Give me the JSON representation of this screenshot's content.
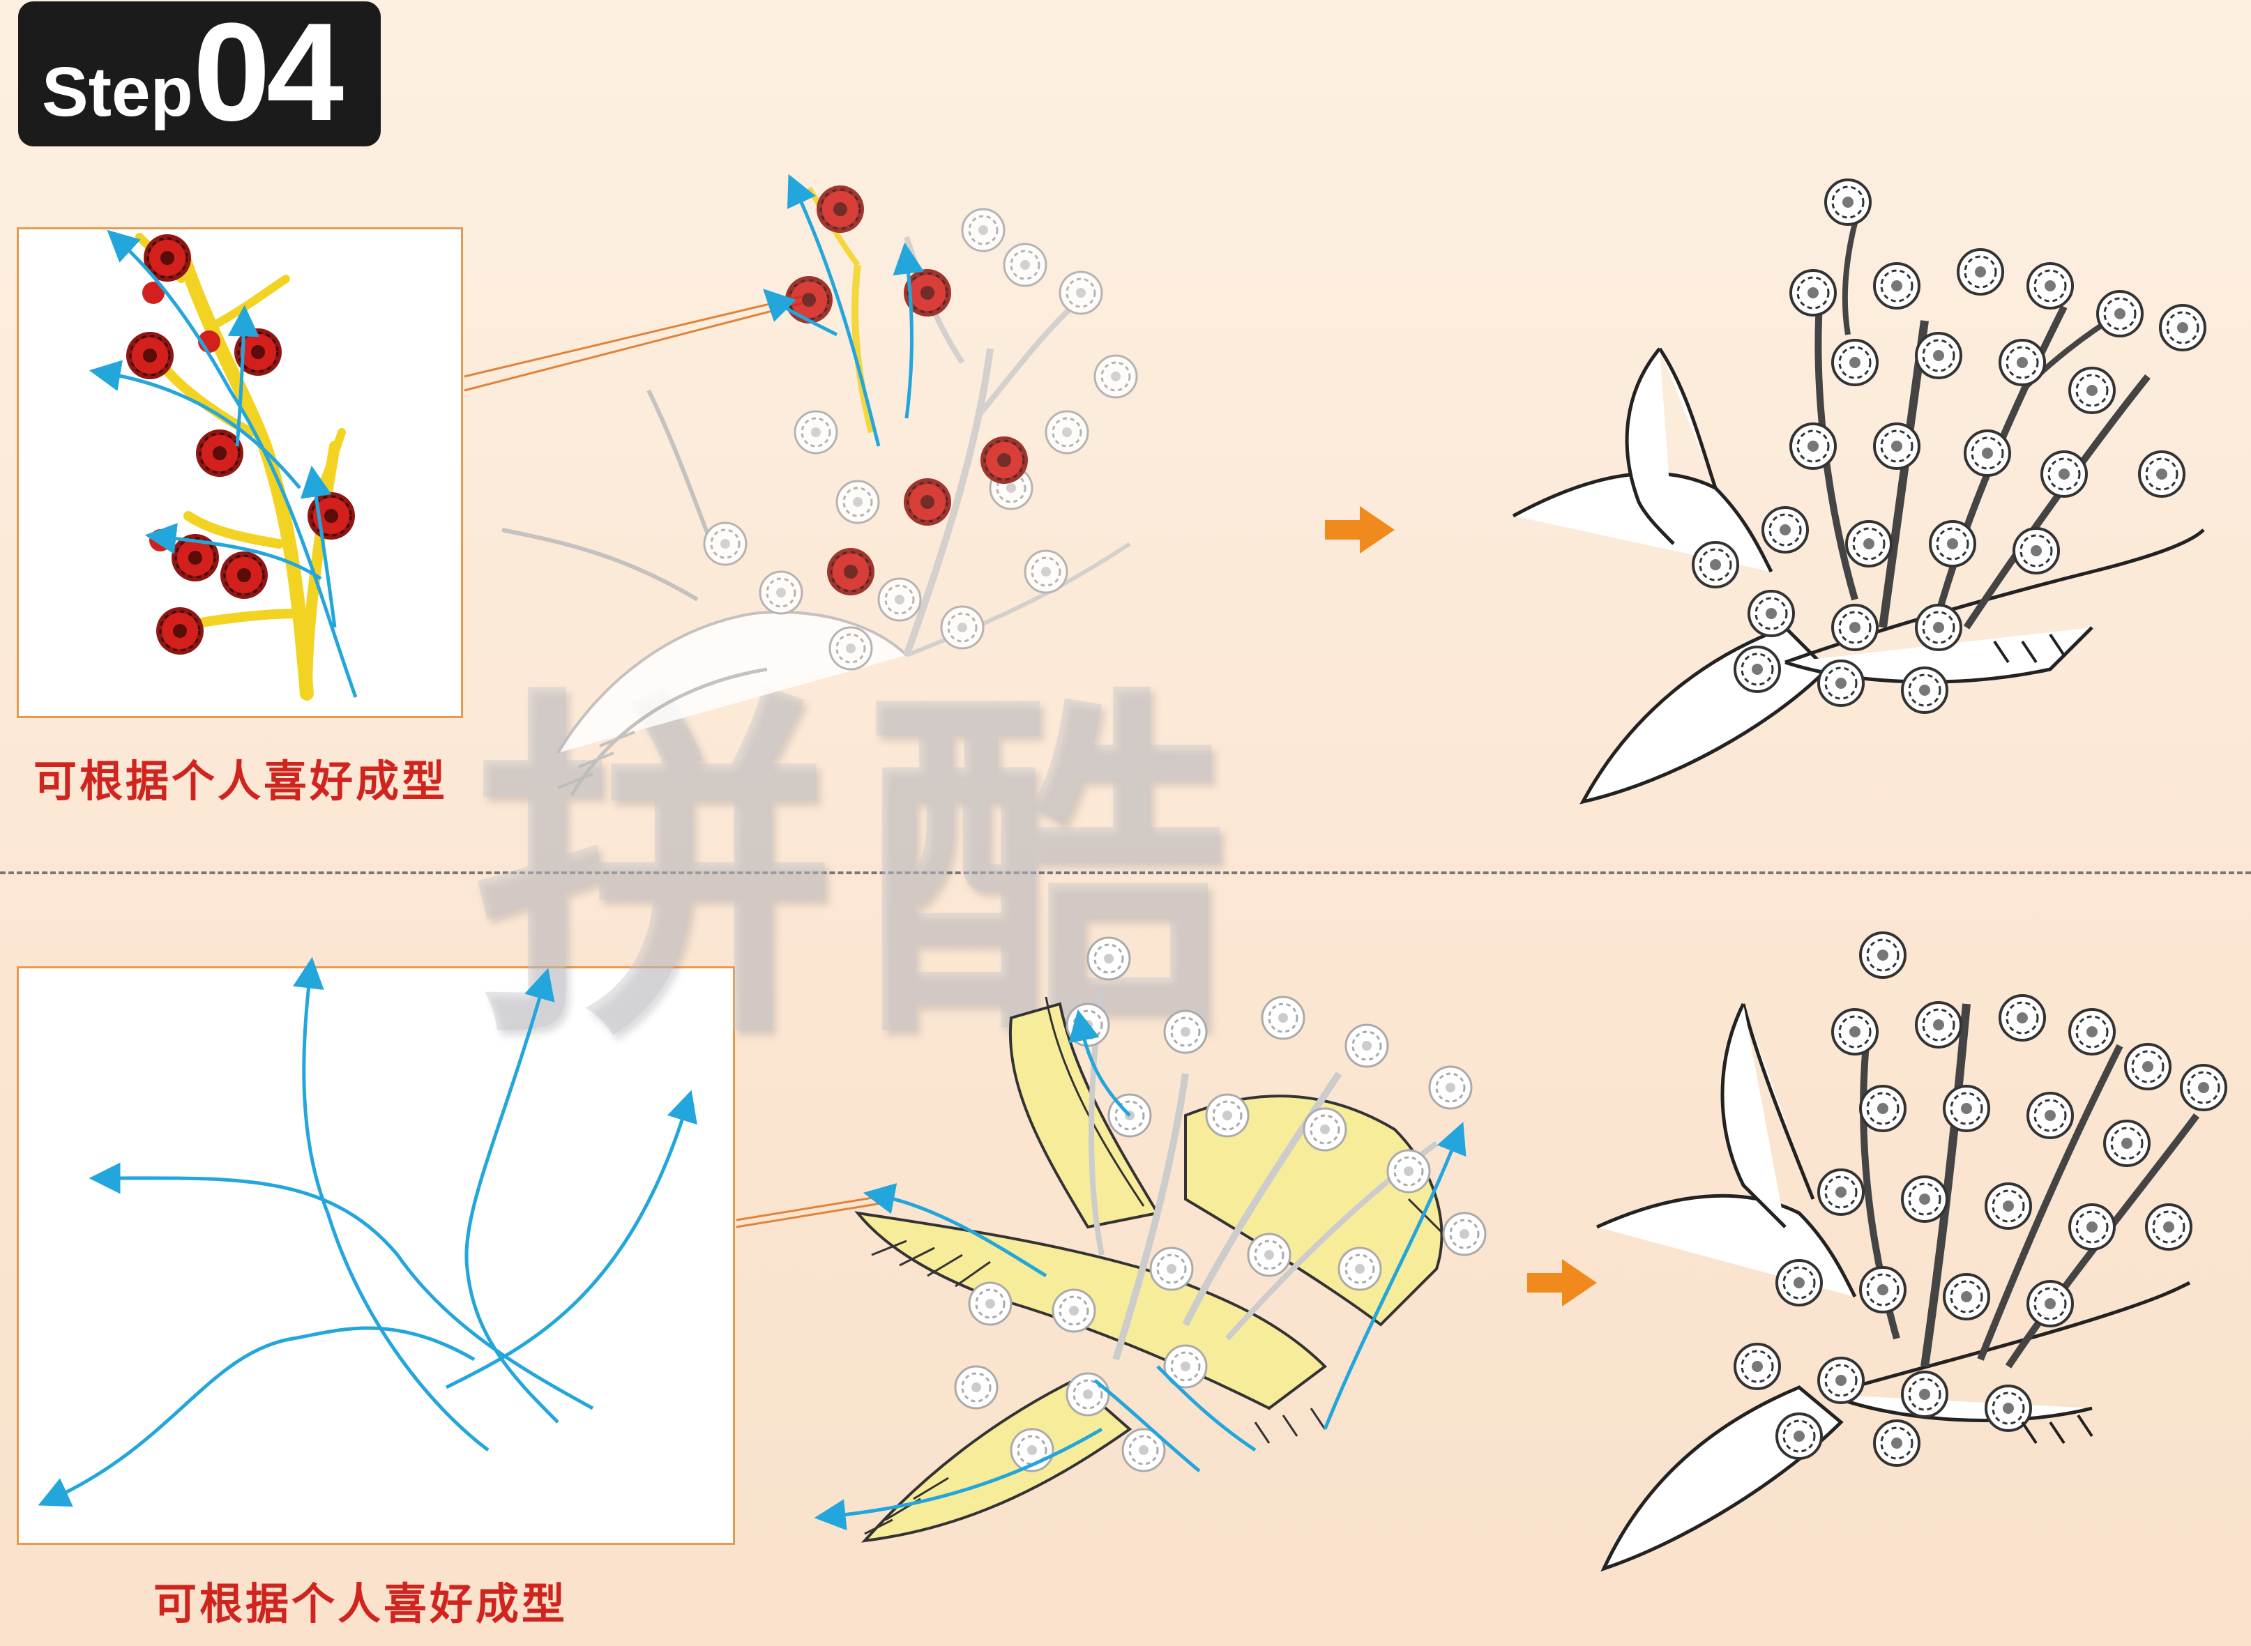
{
  "step": {
    "word": "Step",
    "number": "04"
  },
  "rows": [
    {
      "caption": "可根据个人喜好成型"
    },
    {
      "caption": "可根据个人喜好成型"
    }
  ],
  "watermark": {
    "text": "拼酷"
  },
  "colors": {
    "guide_arrow": "#23a6db",
    "next_arrow": "#f08a1c",
    "flower_red": "#d3201c",
    "branch_yellow": "#f3d322",
    "wing_yellow": "#f7ec9a",
    "panel_border": "#e79a4f",
    "caption_red": "#d0241f"
  },
  "icons": [
    "step-badge",
    "right-arrow-icon",
    "guide-arrow-icon",
    "flower-icon"
  ]
}
